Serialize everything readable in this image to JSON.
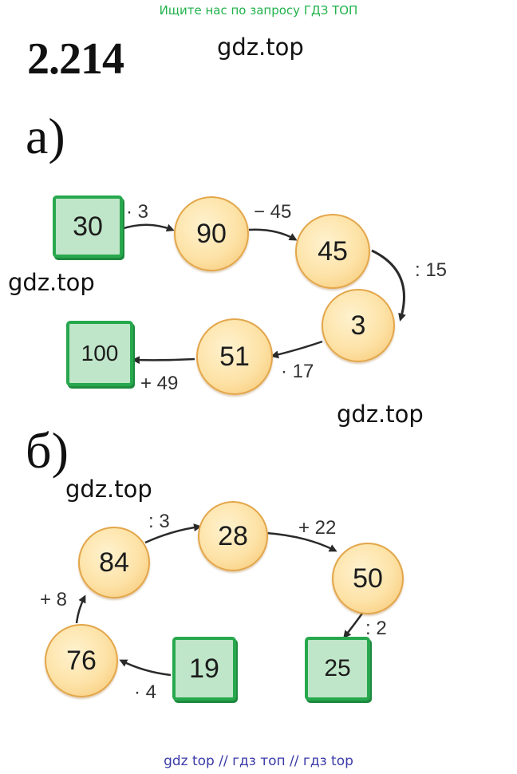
{
  "banner": "Ищите нас по запросу ГДЗ ТОП",
  "problem_number": "2.214",
  "watermark": "gdz.top",
  "part_a": {
    "label": "а)",
    "start": "30",
    "n1": "90",
    "n2": "45",
    "n3": "3",
    "n4": "51",
    "end": "100",
    "op1": "· 3",
    "op2": "− 45",
    "op3": ": 15",
    "op4": "· 17",
    "op5": "+ 49"
  },
  "part_b": {
    "label": "б)",
    "start": "19",
    "n1": "76",
    "n2": "84",
    "n3": "28",
    "n4": "50",
    "end": "25",
    "op1": "· 4",
    "op2": "+ 8",
    "op3": ": 3",
    "op4": "+ 22",
    "op5": ": 2"
  },
  "footer": "gdz top  //  гдз топ  //  гдз top"
}
